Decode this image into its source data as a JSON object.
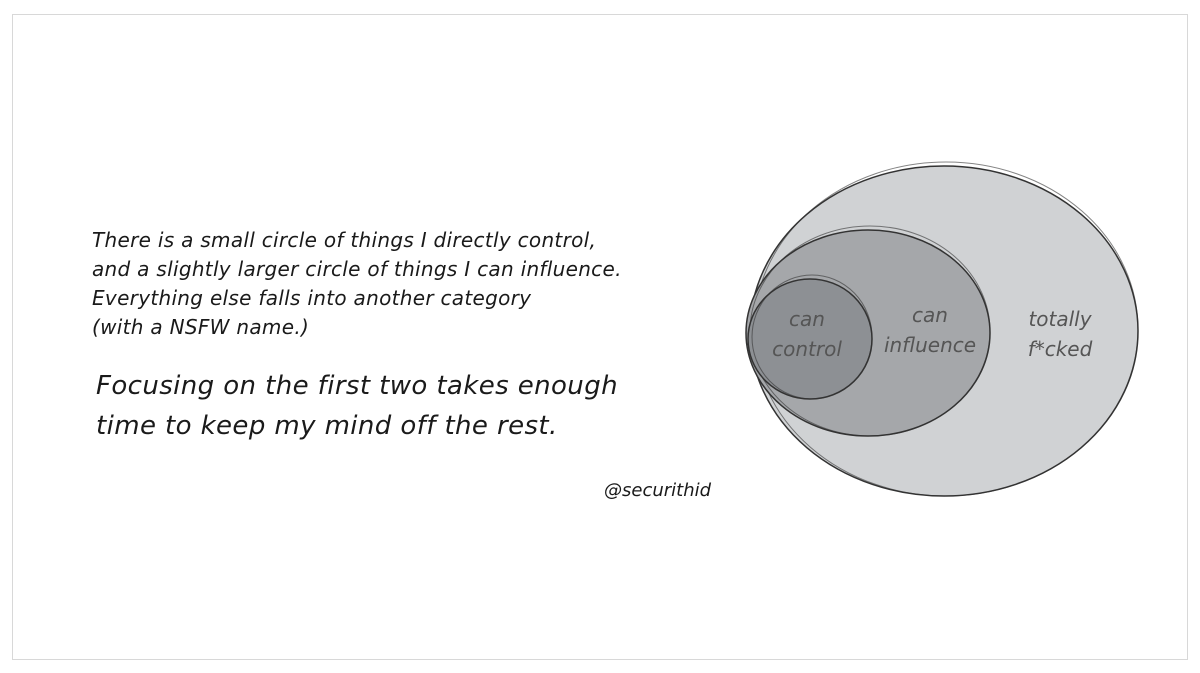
{
  "intro": {
    "lines": [
      "There is a small circle of things I directly control,",
      "and a slightly larger circle of things I can influence.",
      "Everything else falls into another category",
      "(with a NSFW name.)"
    ]
  },
  "focus": {
    "lines": [
      "Focusing on the first two takes enough",
      "time to keep my mind off the rest."
    ]
  },
  "handle": "@securithid",
  "diagram": {
    "circles": [
      {
        "id": "outer",
        "label_lines": [
          "totally",
          "f*cked"
        ],
        "fill": "#d0d2d4"
      },
      {
        "id": "middle",
        "label_lines": [
          "can",
          "influence"
        ],
        "fill": "#a5a7aa"
      },
      {
        "id": "inner",
        "label_lines": [
          "can",
          "control"
        ],
        "fill": "#8d9094"
      }
    ],
    "stroke": "#333333"
  }
}
